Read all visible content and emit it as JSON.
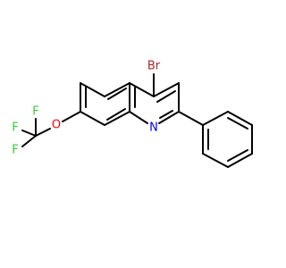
{
  "molecule": {
    "atoms": [
      {
        "id": "br",
        "label": "Br",
        "color": "#a52a2a"
      },
      {
        "id": "n",
        "label": "N",
        "color": "#0000ff"
      },
      {
        "id": "o",
        "label": "O",
        "color": "#ff0000"
      },
      {
        "id": "f1",
        "label": "F",
        "color": "#33cc33"
      },
      {
        "id": "f2",
        "label": "F",
        "color": "#33cc33"
      },
      {
        "id": "f3",
        "label": "F",
        "color": "#33cc33"
      }
    ],
    "bond_color": "#000000",
    "background": "#ffffff"
  }
}
